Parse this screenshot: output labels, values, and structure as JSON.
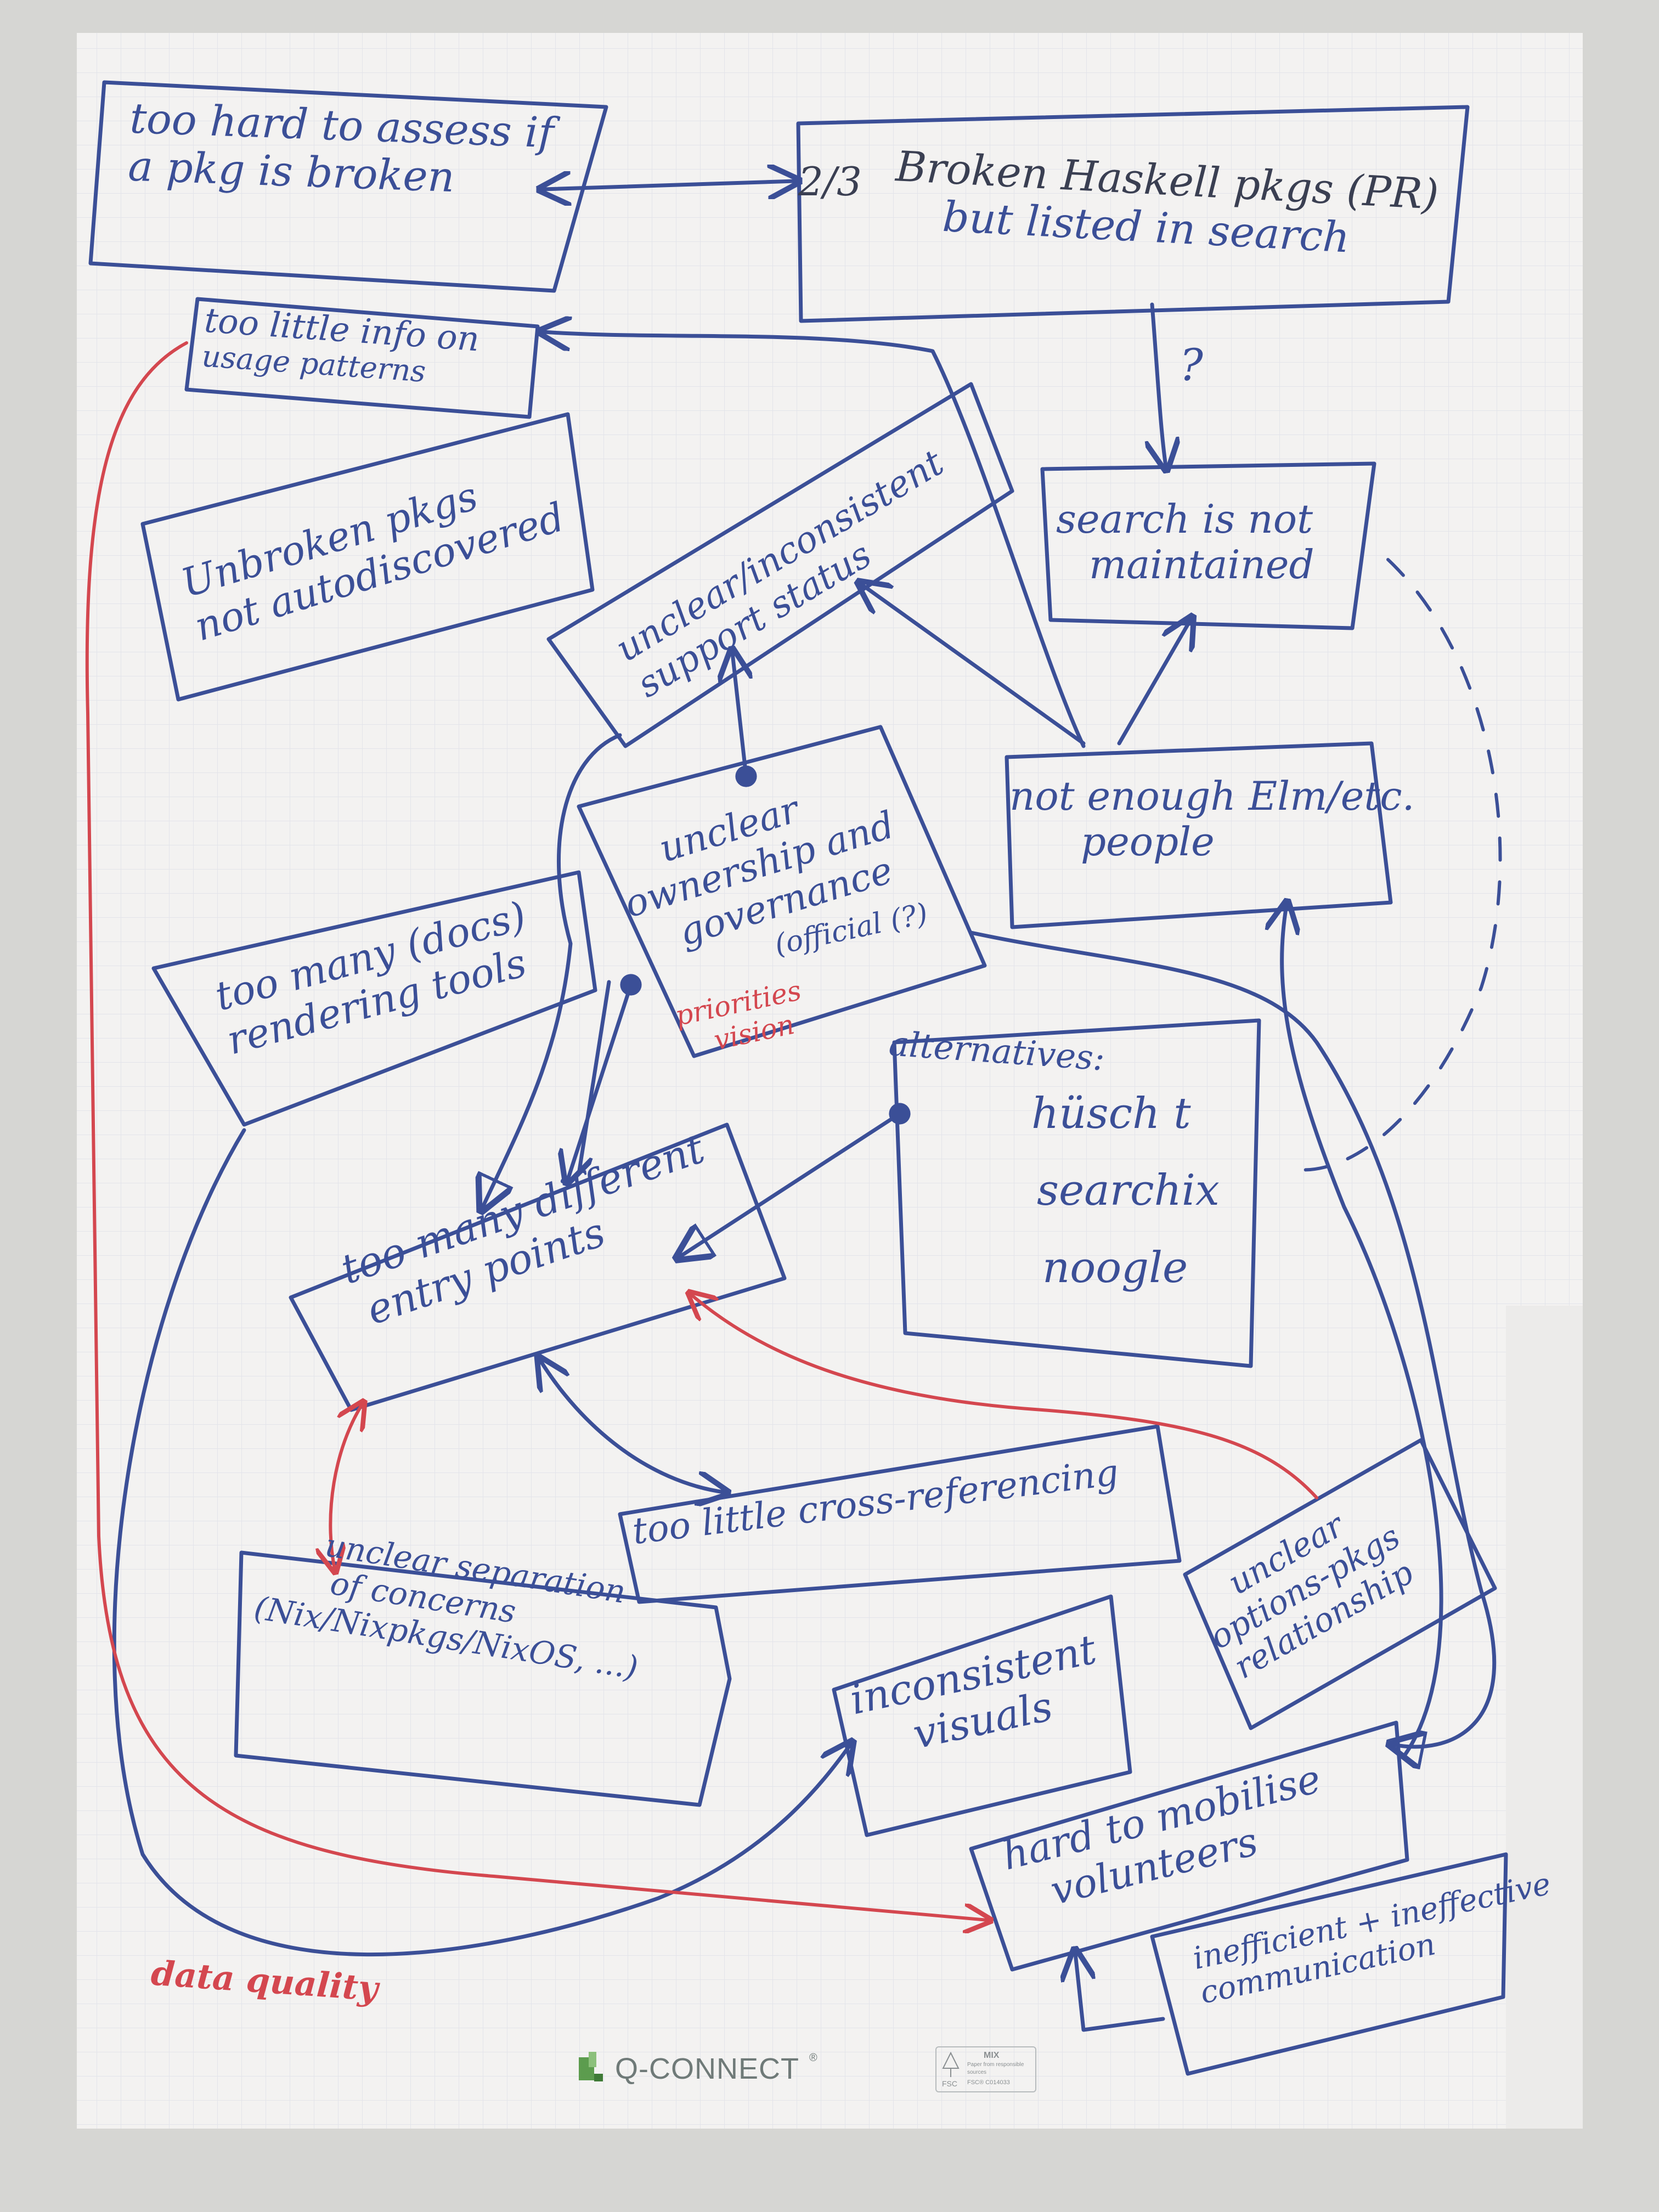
{
  "colors": {
    "paper": "#f2f1ef",
    "grid": "#e5e6ea",
    "ink_blue": "#3b4f97",
    "ink_red": "#d4474f",
    "ink_dark": "#3a3f52",
    "logo_green": "#5c9c4e"
  },
  "notes": {
    "too_hard": [
      "too hard to assess if",
      "a pkg is broken"
    ],
    "broken_haskell_fraction": "2/3",
    "broken_haskell": [
      "Broken Haskell pkgs (PR)",
      "but listed in search"
    ],
    "question_mark": "?",
    "too_little_info": [
      "too little info on",
      "usage patterns"
    ],
    "unbroken": [
      "Unbroken pkgs",
      "not autodiscovered"
    ],
    "unclear_support": [
      "unclear/inconsistent",
      "support status"
    ],
    "search_not_maintained": [
      "search is not",
      "maintained"
    ],
    "not_enough_people": [
      "not enough Elm/etc.",
      "people"
    ],
    "unclear_ownership": [
      "unclear",
      "ownership and",
      "governance"
    ],
    "official": "(official (?)",
    "priorities": [
      "priorities",
      "vision"
    ],
    "too_many_docs": [
      "too many (docs)",
      "rendering tools"
    ],
    "alternatives_label": "alternatives:",
    "alternatives": [
      "hüsch t",
      "searchix",
      "noogle"
    ],
    "too_many_entry": [
      "too many different",
      "entry points"
    ],
    "cross_referencing": "too little cross-referencing",
    "unclear_separation": [
      "unclear separation",
      "of concerns",
      "(Nix/Nixpkgs/NixOS, ...)"
    ],
    "unclear_options": [
      "unclear",
      "options-pkgs",
      "relationship"
    ],
    "inconsistent_visuals": [
      "inconsistent",
      "visuals"
    ],
    "hard_to_mobilise": [
      "hard to mobilise",
      "volunteers"
    ],
    "inefficient": [
      "inefficient + ineffective",
      "communication"
    ],
    "data_quality": "data quality"
  },
  "branding": {
    "logo_text": "Q-CONNECT",
    "logo_registered": "®",
    "fsc_label": "FSC",
    "fsc_tag": "MIX",
    "fsc_line1": "Paper from responsible",
    "fsc_line2": "sources",
    "fsc_code": "FSC® C014033"
  }
}
